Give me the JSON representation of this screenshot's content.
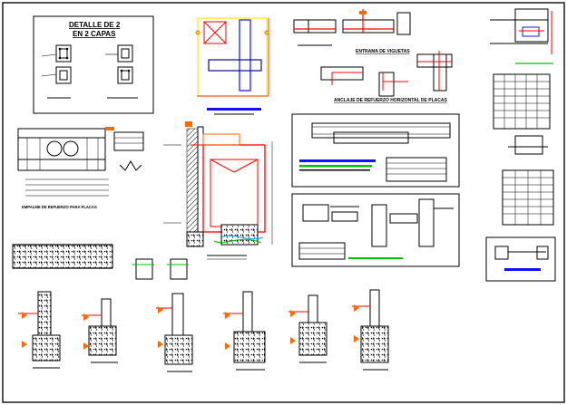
{
  "drawing": {
    "detail_title_line1": "DETALLE DE 2",
    "detail_title_line2": "EN 2 CAPAS",
    "anclaje_title": "ANCLAJE DE REFUERZO HORIZONTAL DE PLACAS",
    "empalme_title": "ENTRAMA DE VIGUETAS",
    "bottom_left_caption": "EMPALME DE REFUERZO PARA PLACAS"
  },
  "colors": {
    "paper": "#ffffff",
    "frame": "#1a1a1a",
    "line": "#000000",
    "accent_red": "#ff0000",
    "accent_orange": "#ff6a00",
    "accent_yellow": "#ffe600",
    "accent_blue": "#1010ff",
    "accent_green": "#00c000",
    "accent_cyan": "#00a0ff"
  }
}
